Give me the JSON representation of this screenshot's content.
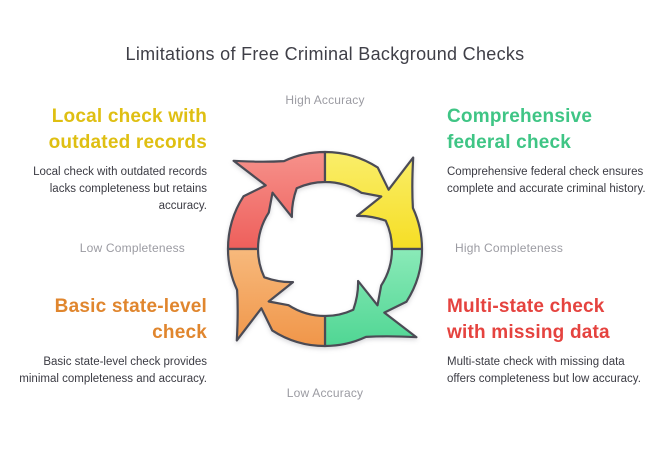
{
  "title": "Limitations of Free Criminal Background Checks",
  "axis": {
    "top": "High Accuracy",
    "left": "Low Completeness",
    "right": "High Completeness",
    "bottom": "Low Accuracy"
  },
  "quadrants": {
    "top_left": {
      "heading": "Local check with outdated records",
      "body": "Local check with outdated records lacks completeness but retains accuracy.",
      "heading_color": "#dfbf12"
    },
    "top_right": {
      "heading": "Comprehensive federal check",
      "body": "Comprehensive federal check ensures complete and accurate criminal history.",
      "heading_color": "#3fc585"
    },
    "bottom_left": {
      "heading": "Basic state-level check",
      "body": "Basic state-level check provides minimal completeness and accuracy.",
      "heading_color": "#e0862e"
    },
    "bottom_right": {
      "heading": "Multi-state check with missing data",
      "body": "Multi-state check with missing data offers completeness but low accuracy.",
      "heading_color": "#e5433f"
    }
  },
  "cycle": {
    "direction": "clockwise",
    "stroke": "#4b4b55",
    "red": {
      "light": "#f9a29b",
      "dark": "#ee5f5b"
    },
    "yellow": {
      "light": "#fbf382",
      "dark": "#f6de24"
    },
    "green": {
      "light": "#8aeab8",
      "dark": "#3ccf87"
    },
    "orange": {
      "light": "#f7b97c",
      "dark": "#ee8a38"
    }
  }
}
